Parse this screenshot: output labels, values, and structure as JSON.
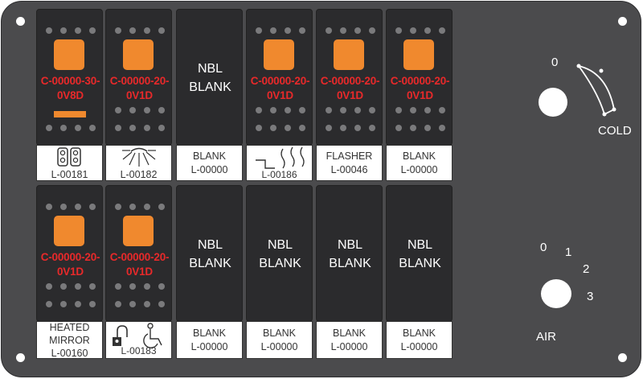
{
  "switches_row1": [
    {
      "code_lines": [
        "C-00000-30-",
        "0V8D"
      ]
    },
    {
      "code_lines": [
        "C-00000-20-",
        "0V1D"
      ]
    },
    {
      "blank_lines": [
        "NBL",
        "BLANK"
      ]
    },
    {
      "code_lines": [
        "C-00000-20-",
        "0V1D"
      ]
    },
    {
      "code_lines": [
        "C-00000-20-",
        "0V1D"
      ]
    },
    {
      "code_lines": [
        "C-00000-20-",
        "0V1D"
      ]
    }
  ],
  "labels_row1": [
    {
      "lines": [
        "L-00181"
      ],
      "icon": "hazard-lamps-icon"
    },
    {
      "lines": [
        "L-00182"
      ],
      "icon": "light-rays-icon"
    },
    {
      "lines": [
        "BLANK",
        "L-00000"
      ]
    },
    {
      "lines": [
        "L-00186"
      ],
      "icon": "heater-waves-icon"
    },
    {
      "lines": [
        "FLASHER",
        "L-00046"
      ]
    },
    {
      "lines": [
        "BLANK",
        "L-00000"
      ]
    }
  ],
  "switches_row2": [
    {
      "code_lines": [
        "C-00000-20-",
        "0V1D"
      ]
    },
    {
      "code_lines": [
        "C-00000-20-",
        "0V1D"
      ]
    },
    {
      "blank_lines": [
        "NBL",
        "BLANK"
      ]
    },
    {
      "blank_lines": [
        "NBL",
        "BLANK"
      ]
    },
    {
      "blank_lines": [
        "NBL",
        "BLANK"
      ]
    },
    {
      "blank_lines": [
        "NBL",
        "BLANK"
      ]
    }
  ],
  "labels_row2": [
    {
      "lines": [
        "HEATED",
        "MIRROR",
        "L-00160"
      ]
    },
    {
      "lines": [
        "L-00183"
      ],
      "icons": [
        "door-lock-icon",
        "wheelchair-icon"
      ]
    },
    {
      "lines": [
        "BLANK",
        "L-00000"
      ]
    },
    {
      "lines": [
        "BLANK",
        "L-00000"
      ]
    },
    {
      "lines": [
        "BLANK",
        "L-00000"
      ]
    },
    {
      "lines": [
        "BLANK",
        "L-00000"
      ]
    }
  ],
  "temp_control": {
    "zero_label": "0",
    "cold_label": "COLD"
  },
  "air_control": {
    "positions": [
      "0",
      "1",
      "2",
      "3"
    ],
    "label": "AIR"
  },
  "colors": {
    "panel": "#4b4b4d",
    "switch": "#2b2b2d",
    "lamp": "#f0892e",
    "code_text": "#e8292a",
    "label_bg": "#ffffff"
  }
}
